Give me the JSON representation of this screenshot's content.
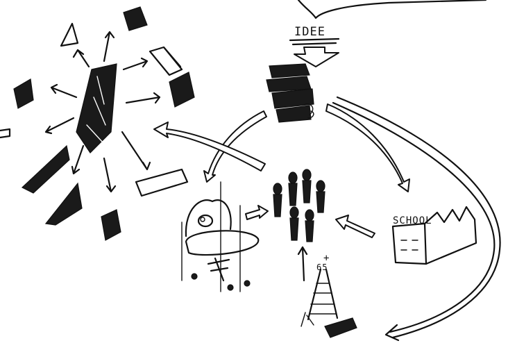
{
  "labels": {
    "idee": "IDEE",
    "school": "SCHOOL",
    "age": "65",
    "cross": "+"
  },
  "colors": {
    "ink": "#111111",
    "paper": "#ffffff"
  }
}
